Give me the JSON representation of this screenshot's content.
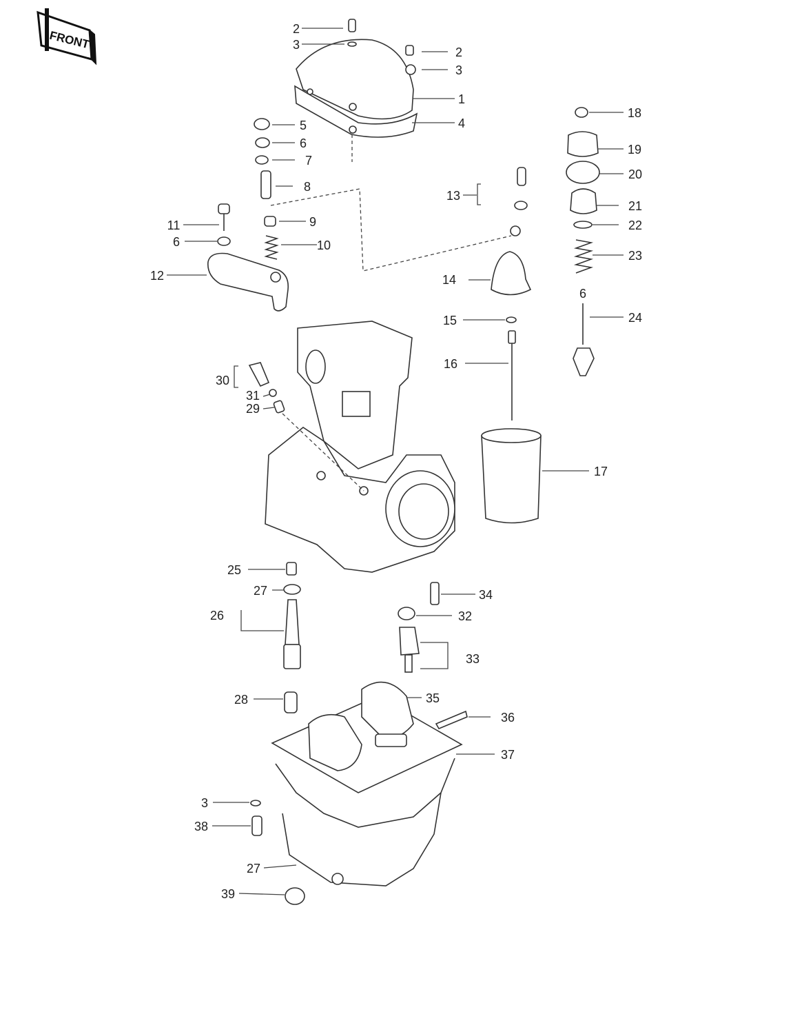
{
  "badge": {
    "text": "FRONT"
  },
  "labels": [
    {
      "id": "lbl-2a",
      "text": "2"
    },
    {
      "id": "lbl-3a",
      "text": "3"
    },
    {
      "id": "lbl-2b",
      "text": "2"
    },
    {
      "id": "lbl-3b",
      "text": "3"
    },
    {
      "id": "lbl-1",
      "text": "1"
    },
    {
      "id": "lbl-4",
      "text": "4"
    },
    {
      "id": "lbl-5",
      "text": "5"
    },
    {
      "id": "lbl-6a",
      "text": "6"
    },
    {
      "id": "lbl-7",
      "text": "7"
    },
    {
      "id": "lbl-8",
      "text": "8"
    },
    {
      "id": "lbl-9",
      "text": "9"
    },
    {
      "id": "lbl-10",
      "text": "10"
    },
    {
      "id": "lbl-11",
      "text": "11"
    },
    {
      "id": "lbl-6b",
      "text": "6"
    },
    {
      "id": "lbl-12",
      "text": "12"
    },
    {
      "id": "lbl-13",
      "text": "13"
    },
    {
      "id": "lbl-14",
      "text": "14"
    },
    {
      "id": "lbl-15",
      "text": "15"
    },
    {
      "id": "lbl-16",
      "text": "16"
    },
    {
      "id": "lbl-17",
      "text": "17"
    },
    {
      "id": "lbl-18",
      "text": "18"
    },
    {
      "id": "lbl-19",
      "text": "19"
    },
    {
      "id": "lbl-20",
      "text": "20"
    },
    {
      "id": "lbl-21",
      "text": "21"
    },
    {
      "id": "lbl-22",
      "text": "22"
    },
    {
      "id": "lbl-23",
      "text": "23"
    },
    {
      "id": "lbl-6c",
      "text": "6"
    },
    {
      "id": "lbl-24",
      "text": "24"
    },
    {
      "id": "lbl-30",
      "text": "30"
    },
    {
      "id": "lbl-31",
      "text": "31"
    },
    {
      "id": "lbl-29",
      "text": "29"
    },
    {
      "id": "lbl-25",
      "text": "25"
    },
    {
      "id": "lbl-27a",
      "text": "27"
    },
    {
      "id": "lbl-26",
      "text": "26"
    },
    {
      "id": "lbl-34",
      "text": "34"
    },
    {
      "id": "lbl-32",
      "text": "32"
    },
    {
      "id": "lbl-33",
      "text": "33"
    },
    {
      "id": "lbl-28",
      "text": "28"
    },
    {
      "id": "lbl-35",
      "text": "35"
    },
    {
      "id": "lbl-36",
      "text": "36"
    },
    {
      "id": "lbl-37",
      "text": "37"
    },
    {
      "id": "lbl-3c",
      "text": "3"
    },
    {
      "id": "lbl-38",
      "text": "38"
    },
    {
      "id": "lbl-27b",
      "text": "27"
    },
    {
      "id": "lbl-39",
      "text": "39"
    }
  ]
}
